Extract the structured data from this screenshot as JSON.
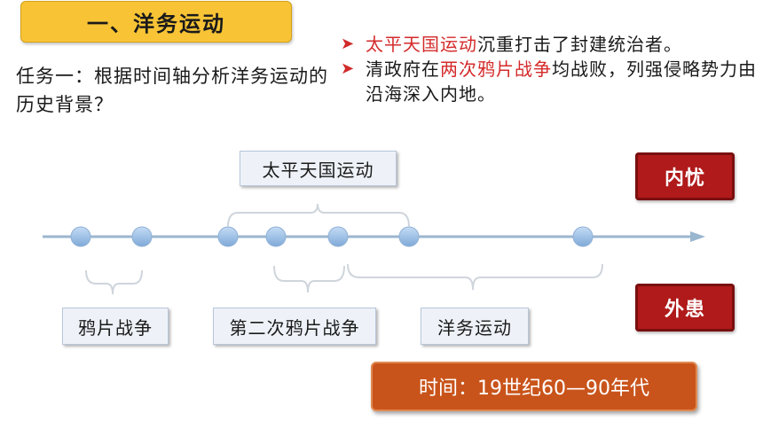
{
  "title": "一、洋务运动",
  "task": "任务一：根据时间轴分析洋务运动的历史背景？",
  "bullets": [
    {
      "highlight": "太平天国运动",
      "rest_before": "",
      "rest_after": "沉重打击了封建统治者。"
    },
    {
      "highlight": "两次鸦片战争",
      "rest_before": "清政府在",
      "rest_after": "均战败，列强侵略势力由沿海深入内地。"
    }
  ],
  "timeline": {
    "labels": {
      "taiping": "太平天国运动",
      "opium1": "鸦片战争",
      "opium2": "第二次鸦片战争",
      "westernization": "洋务运动"
    }
  },
  "stamps": {
    "internal": "内忧",
    "external": "外患"
  },
  "time_range": "时间：19世纪60—90年代",
  "colors": {
    "title_bg": "#f8c436",
    "stamp": "#b01a1a",
    "time_box": "#c9541b",
    "highlight": "#d42a2a",
    "node": "#9fc2e8"
  }
}
